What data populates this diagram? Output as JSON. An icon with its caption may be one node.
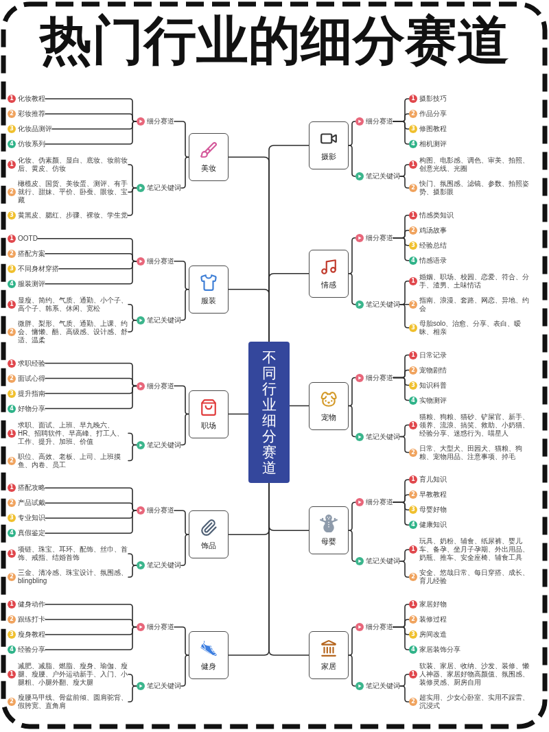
{
  "diagram": {
    "title": "热门行业的细分赛道",
    "nodes": [
      {
        "text": [
          "不同行业细分赛道"
        ]
      },
      {
        "text": [
          "美妆"
        ]
      },
      {
        "text": [
          "细分赛道"
        ]
      },
      {
        "text": [
          "1",
          "化妆教程"
        ]
      },
      {
        "text": [
          "2",
          "彩妆推荐"
        ]
      },
      {
        "text": [
          "3",
          "化妆品测评"
        ]
      },
      {
        "text": [
          "4",
          "仿妆系列"
        ]
      },
      {
        "text": [
          "笔记关键词"
        ]
      },
      {
        "text": [
          "1",
          "化妆、伪素颜、显白、底妆、妆前妆后、黄皮、仿妆"
        ]
      },
      {
        "text": [
          "2",
          "橄榄皮、国货、美妆蛋、测评、有手就行、甜妹、平价、卧蚕、眼妆、宝藏"
        ]
      },
      {
        "text": [
          "3",
          "黄黑皮、腮红、步骤、裸妆、学生党"
        ]
      },
      {
        "text": [
          "服装"
        ]
      },
      {
        "text": [
          "细分赛道"
        ]
      },
      {
        "text": [
          "1",
          "OOTD"
        ]
      },
      {
        "text": [
          "2",
          "搭配方案"
        ]
      },
      {
        "text": [
          "3",
          "不同身材穿搭"
        ]
      },
      {
        "text": [
          "4",
          "服装测评"
        ]
      },
      {
        "text": [
          "笔记关键词"
        ]
      },
      {
        "text": [
          "1",
          "显瘦、简约、气质、通勤、小个子、高个子、韩系、休闲、宽松"
        ]
      },
      {
        "text": [
          "2",
          "微胖、梨形、气质、通勤、上课、约会、慵懒、酷、高级感、设计感、舒适、温柔"
        ]
      },
      {
        "text": [
          "职场"
        ]
      },
      {
        "text": [
          "细分赛道"
        ]
      },
      {
        "text": [
          "1",
          "求职经验"
        ]
      },
      {
        "text": [
          "2",
          "面试心得"
        ]
      },
      {
        "text": [
          "3",
          "提升指南"
        ]
      },
      {
        "text": [
          "4",
          "好物分享"
        ]
      },
      {
        "text": [
          "笔记关键词"
        ]
      },
      {
        "text": [
          "1",
          "求职、面试、上班、早九晚六、HR、招聘软件、早高峰、打工人、工作、提升、加班、价值"
        ]
      },
      {
        "text": [
          "2",
          "职位、高效、老板、上司、上班摸鱼、内卷、员工"
        ]
      },
      {
        "text": [
          "饰品"
        ]
      },
      {
        "text": [
          "细分赛道"
        ]
      },
      {
        "text": [
          "1",
          "搭配攻略"
        ]
      },
      {
        "text": [
          "2",
          "产品试戴"
        ]
      },
      {
        "text": [
          "3",
          "专业知识"
        ]
      },
      {
        "text": [
          "4",
          "真假鉴定"
        ]
      },
      {
        "text": [
          "笔记关键词"
        ]
      },
      {
        "text": [
          "1",
          "项链、珠宝、耳环、配饰、丝巾、首饰、戒指、结婚首饰"
        ]
      },
      {
        "text": [
          "2",
          "三金、清冷感、珠宝设计、氛围感、blingbling"
        ]
      },
      {
        "text": [
          "健身"
        ]
      },
      {
        "text": [
          "细分赛道"
        ]
      },
      {
        "text": [
          "1",
          "健身动作"
        ]
      },
      {
        "text": [
          "2",
          "跟练打卡"
        ]
      },
      {
        "text": [
          "3",
          "瘦身教程"
        ]
      },
      {
        "text": [
          "4",
          "经验分享"
        ]
      },
      {
        "text": [
          "笔记关键词"
        ]
      },
      {
        "text": [
          "1",
          "减肥、减脂、燃脂、瘦身、瑜伽、瘦腿、瘦腰、户外运动新手、入门、小腿粗、小腿外翻、瘦大腿"
        ]
      },
      {
        "text": [
          "2",
          "瘦腰马甲线、骨盆前倾、圆肩驼背、假胯宽、直角肩"
        ]
      },
      {
        "text": [
          "摄影"
        ]
      },
      {
        "text": [
          "细分赛道"
        ]
      },
      {
        "text": [
          "1",
          "摄影技巧"
        ]
      },
      {
        "text": [
          "2",
          "作品分享"
        ]
      },
      {
        "text": [
          "3",
          "修图教程"
        ]
      },
      {
        "text": [
          "4",
          "相机测评"
        ]
      },
      {
        "text": [
          "笔记关键词"
        ]
      },
      {
        "text": [
          "1",
          "构图、电影感、调色、审美、拍照、创意光线、光圈"
        ]
      },
      {
        "text": [
          "2",
          "快门、氛围感、滤镜、参数、拍照姿势、摄影眼"
        ]
      },
      {
        "text": [
          "情感"
        ]
      },
      {
        "text": [
          "细分赛道"
        ]
      },
      {
        "text": [
          "1",
          "情感类知识"
        ]
      },
      {
        "text": [
          "2",
          "鸡汤故事"
        ]
      },
      {
        "text": [
          "3",
          "经验总结"
        ]
      },
      {
        "text": [
          "4",
          "情感语录"
        ]
      },
      {
        "text": [
          "笔记关键词"
        ]
      },
      {
        "text": [
          "1",
          "婚姻、职场、校园、恋爱、符合、分手、渣男、土味情话"
        ]
      },
      {
        "text": [
          "2",
          "指南、浪漫、套路、网恋、异地、约会"
        ]
      },
      {
        "text": [
          "3",
          "母胎solo、治愈、分享、表白、暧昧、相亲"
        ]
      },
      {
        "text": [
          "宠物"
        ]
      },
      {
        "text": [
          "细分赛道"
        ]
      },
      {
        "text": [
          "1",
          "日常记录"
        ]
      },
      {
        "text": [
          "2",
          "宠物剧情"
        ]
      },
      {
        "text": [
          "3",
          "知识科普"
        ]
      },
      {
        "text": [
          "4",
          "实物测评"
        ]
      },
      {
        "text": [
          "笔记关键词"
        ]
      },
      {
        "text": [
          "1",
          "猫粮、狗粮、猫砂、铲屎官、新手、领养、流浪、搞笑、救助、小奶猫、经验分享、迷惑行为、喵星人"
        ]
      },
      {
        "text": [
          "2",
          "日常、大型犬、田园犬、猫粮、狗粮、宠物用品、注意事项、掉毛"
        ]
      },
      {
        "text": [
          "母婴"
        ]
      },
      {
        "text": [
          "细分赛道"
        ]
      },
      {
        "text": [
          "1",
          "育儿知识"
        ]
      },
      {
        "text": [
          "2",
          "早教教程"
        ]
      },
      {
        "text": [
          "3",
          "母婴好物"
        ]
      },
      {
        "text": [
          "4",
          "健康知识"
        ]
      },
      {
        "text": [
          "笔记关键词"
        ]
      },
      {
        "text": [
          "1",
          "玩具、奶粉、辅食、纸尿裤、婴儿车、备孕、坐月子孕期、外出用品、奶瓶、推车、安全座椅、辅食工具"
        ]
      },
      {
        "text": [
          "2",
          "安全、悠哉日常、每日穿搭、成长、育儿经验"
        ]
      },
      {
        "text": [
          "家居"
        ]
      },
      {
        "text": [
          "细分赛道"
        ]
      },
      {
        "text": [
          "1",
          "家居好物"
        ]
      },
      {
        "text": [
          "2",
          "装修过程"
        ]
      },
      {
        "text": [
          "3",
          "房间改造"
        ]
      },
      {
        "text": [
          "4",
          "家居装饰分享"
        ]
      },
      {
        "text": [
          "笔记关键词"
        ]
      },
      {
        "text": [
          "1",
          "软装、家居、收纳、沙发、装修、懒人神器、家居好物高颜值、氛围感、装修灵感、厨房自用"
        ]
      },
      {
        "text": [
          "2",
          "超实用、少女心卧室、实用不踩雷、沉浸式"
        ]
      }
    ],
    "edges": [
      {
        "from": 0,
        "to": 1,
        "arrow": "none"
      },
      {
        "from": 0,
        "to": 11,
        "arrow": "none"
      },
      {
        "from": 0,
        "to": 20,
        "arrow": "none"
      },
      {
        "from": 0,
        "to": 29,
        "arrow": "none"
      },
      {
        "from": 0,
        "to": 38,
        "arrow": "none"
      },
      {
        "from": 0,
        "to": 47,
        "arrow": "none"
      },
      {
        "from": 0,
        "to": 56,
        "arrow": "none"
      },
      {
        "from": 0,
        "to": 66,
        "arrow": "none"
      },
      {
        "from": 0,
        "to": 75,
        "arrow": "none"
      },
      {
        "from": 0,
        "to": 84,
        "arrow": "none"
      },
      {
        "from": 1,
        "to": 2,
        "arrow": "none"
      },
      {
        "from": 1,
        "to": 7,
        "arrow": "none"
      },
      {
        "from": 2,
        "to": 3,
        "arrow": "none"
      },
      {
        "from": 2,
        "to": 4,
        "arrow": "none"
      },
      {
        "from": 2,
        "to": 5,
        "arrow": "none"
      },
      {
        "from": 2,
        "to": 6,
        "arrow": "none"
      },
      {
        "from": 7,
        "to": 8,
        "arrow": "none"
      },
      {
        "from": 7,
        "to": 9,
        "arrow": "none"
      },
      {
        "from": 7,
        "to": 10,
        "arrow": "none"
      },
      {
        "from": 11,
        "to": 12,
        "arrow": "none"
      },
      {
        "from": 11,
        "to": 17,
        "arrow": "none"
      },
      {
        "from": 12,
        "to": 13,
        "arrow": "none"
      },
      {
        "from": 12,
        "to": 14,
        "arrow": "none"
      },
      {
        "from": 12,
        "to": 15,
        "arrow": "none"
      },
      {
        "from": 12,
        "to": 16,
        "arrow": "none"
      },
      {
        "from": 17,
        "to": 18,
        "arrow": "none"
      },
      {
        "from": 17,
        "to": 19,
        "arrow": "none"
      },
      {
        "from": 20,
        "to": 21,
        "arrow": "none"
      },
      {
        "from": 20,
        "to": 26,
        "arrow": "none"
      },
      {
        "from": 21,
        "to": 22,
        "arrow": "none"
      },
      {
        "from": 21,
        "to": 23,
        "arrow": "none"
      },
      {
        "from": 21,
        "to": 24,
        "arrow": "none"
      },
      {
        "from": 21,
        "to": 25,
        "arrow": "none"
      },
      {
        "from": 26,
        "to": 27,
        "arrow": "none"
      },
      {
        "from": 26,
        "to": 28,
        "arrow": "none"
      },
      {
        "from": 29,
        "to": 30,
        "arrow": "none"
      },
      {
        "from": 29,
        "to": 35,
        "arrow": "none"
      },
      {
        "from": 30,
        "to": 31,
        "arrow": "none"
      },
      {
        "from": 30,
        "to": 32,
        "arrow": "none"
      },
      {
        "from": 30,
        "to": 33,
        "arrow": "none"
      },
      {
        "from": 30,
        "to": 34,
        "arrow": "none"
      },
      {
        "from": 35,
        "to": 36,
        "arrow": "none"
      },
      {
        "from": 35,
        "to": 37,
        "arrow": "none"
      },
      {
        "from": 38,
        "to": 39,
        "arrow": "none"
      },
      {
        "from": 38,
        "to": 44,
        "arrow": "none"
      },
      {
        "from": 39,
        "to": 40,
        "arrow": "none"
      },
      {
        "from": 39,
        "to": 41,
        "arrow": "none"
      },
      {
        "from": 39,
        "to": 42,
        "arrow": "none"
      },
      {
        "from": 39,
        "to": 43,
        "arrow": "none"
      },
      {
        "from": 44,
        "to": 45,
        "arrow": "none"
      },
      {
        "from": 44,
        "to": 46,
        "arrow": "none"
      },
      {
        "from": 47,
        "to": 48,
        "arrow": "none"
      },
      {
        "from": 47,
        "to": 53,
        "arrow": "none"
      },
      {
        "from": 48,
        "to": 49,
        "arrow": "none"
      },
      {
        "from": 48,
        "to": 50,
        "arrow": "none"
      },
      {
        "from": 48,
        "to": 51,
        "arrow": "none"
      },
      {
        "from": 48,
        "to": 52,
        "arrow": "none"
      },
      {
        "from": 53,
        "to": 54,
        "arrow": "none"
      },
      {
        "from": 53,
        "to": 55,
        "arrow": "none"
      },
      {
        "from": 56,
        "to": 57,
        "arrow": "none"
      },
      {
        "from": 56,
        "to": 62,
        "arrow": "none"
      },
      {
        "from": 57,
        "to": 58,
        "arrow": "none"
      },
      {
        "from": 57,
        "to": 59,
        "arrow": "none"
      },
      {
        "from": 57,
        "to": 60,
        "arrow": "none"
      },
      {
        "from": 57,
        "to": 61,
        "arrow": "none"
      },
      {
        "from": 62,
        "to": 63,
        "arrow": "none"
      },
      {
        "from": 62,
        "to": 64,
        "arrow": "none"
      },
      {
        "from": 62,
        "to": 65,
        "arrow": "none"
      },
      {
        "from": 66,
        "to": 67,
        "arrow": "none"
      },
      {
        "from": 66,
        "to": 72,
        "arrow": "none"
      },
      {
        "from": 67,
        "to": 68,
        "arrow": "none"
      },
      {
        "from": 67,
        "to": 69,
        "arrow": "none"
      },
      {
        "from": 67,
        "to": 70,
        "arrow": "none"
      },
      {
        "from": 67,
        "to": 71,
        "arrow": "none"
      },
      {
        "from": 72,
        "to": 73,
        "arrow": "none"
      },
      {
        "from": 72,
        "to": 74,
        "arrow": "none"
      },
      {
        "from": 75,
        "to": 76,
        "arrow": "none"
      },
      {
        "from": 75,
        "to": 81,
        "arrow": "none"
      },
      {
        "from": 76,
        "to": 77,
        "arrow": "none"
      },
      {
        "from": 76,
        "to": 78,
        "arrow": "none"
      },
      {
        "from": 76,
        "to": 79,
        "arrow": "none"
      },
      {
        "from": 76,
        "to": 80,
        "arrow": "none"
      },
      {
        "from": 81,
        "to": 82,
        "arrow": "none"
      },
      {
        "from": 81,
        "to": 83,
        "arrow": "none"
      },
      {
        "from": 84,
        "to": 85,
        "arrow": "none"
      },
      {
        "from": 84,
        "to": 90,
        "arrow": "none"
      },
      {
        "from": 85,
        "to": 86,
        "arrow": "none"
      },
      {
        "from": 85,
        "to": 87,
        "arrow": "none"
      },
      {
        "from": 85,
        "to": 88,
        "arrow": "none"
      },
      {
        "from": 85,
        "to": 89,
        "arrow": "none"
      },
      {
        "from": 90,
        "to": 91,
        "arrow": "none"
      },
      {
        "from": 90,
        "to": 92,
        "arrow": "none"
      }
    ]
  }
}
